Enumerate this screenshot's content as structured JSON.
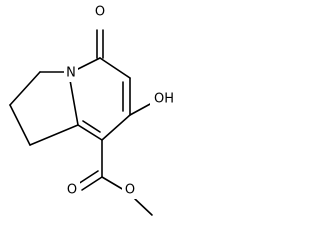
{
  "molecule": {
    "atom_labels": {
      "carbonyl_oxygen": "O",
      "ring_nitrogen": "N",
      "hydroxyl": "OH",
      "ester_carbonyl_oxygen": "O",
      "ester_oxygen": "O"
    }
  }
}
